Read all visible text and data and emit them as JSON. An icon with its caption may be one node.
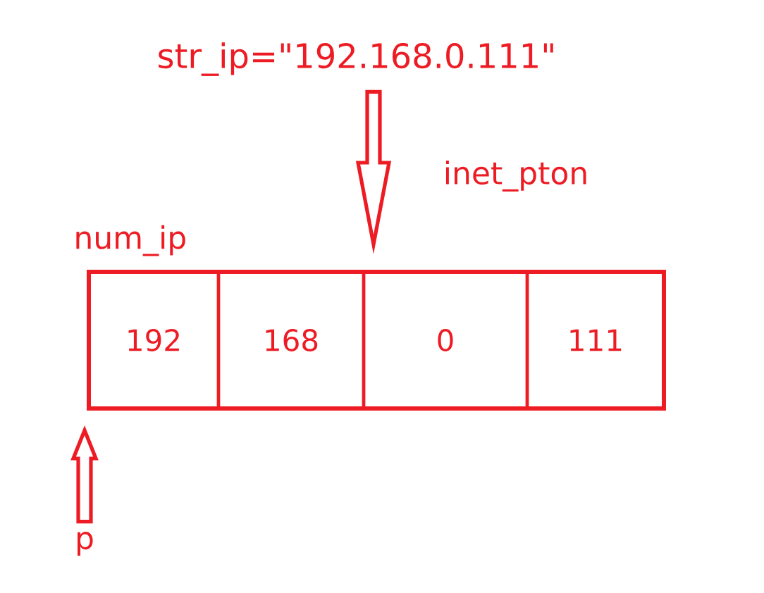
{
  "diagram": {
    "nodes": [
      {
        "text": [
          "str_ip=\"192.168.0.111\""
        ]
      },
      {
        "text": [
          "num_ip"
        ]
      },
      {
        "text": [
          "192"
        ],
        "in": 1
      },
      {
        "text": [
          "168"
        ],
        "in": 1
      },
      {
        "text": [
          "0"
        ],
        "in": 1
      },
      {
        "text": [
          "111"
        ],
        "in": 1
      },
      {
        "text": [
          "p"
        ]
      }
    ],
    "edges": [
      {
        "from": 0,
        "to": 1,
        "arrow": "to",
        "label": "inet_pton"
      },
      {
        "from": 6,
        "to": 1,
        "arrow": "to"
      }
    ]
  }
}
